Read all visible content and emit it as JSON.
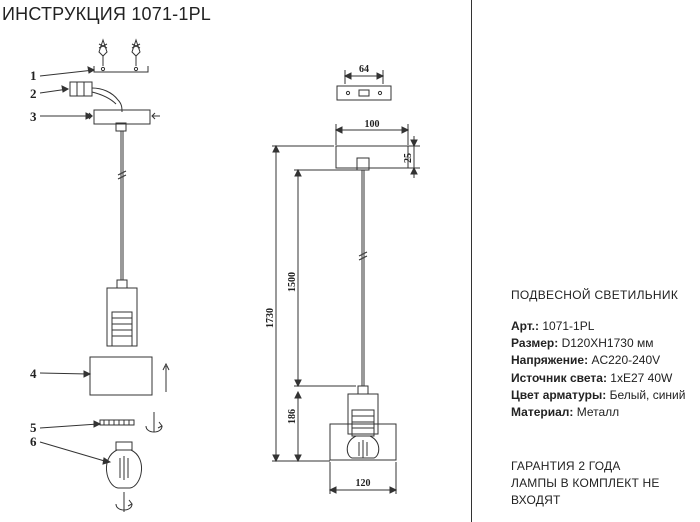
{
  "title": "ИНСТРУКЦИЯ 1071-1PL",
  "parts": [
    "1",
    "2",
    "3",
    "4",
    "5",
    "6"
  ],
  "dimensions": {
    "plate_width": "64",
    "canopy_width": "100",
    "canopy_height": "25",
    "total_height": "1730",
    "cable_length": "1500",
    "shade_height": "186",
    "shade_width": "120"
  },
  "product_kind": "ПОДВЕСНОЙ СВЕТИЛЬНИК",
  "specs": [
    {
      "label": "Арт.:",
      "value": "1071-1PL"
    },
    {
      "label": "Размер:",
      "value": "D120XH1730 мм"
    },
    {
      "label": "Напряжение:",
      "value": "AC220-240V"
    },
    {
      "label": "Источник света:",
      "value": "1xE27 40W"
    },
    {
      "label": "Цвет арматуры:",
      "value": "Белый, синий"
    },
    {
      "label": "Материал:",
      "value": "Металл"
    }
  ],
  "footer": [
    "ГАРАНТИЯ 2 ГОДА",
    "ЛАМПЫ В КОМПЛЕКТ НЕ ВХОДЯТ"
  ]
}
